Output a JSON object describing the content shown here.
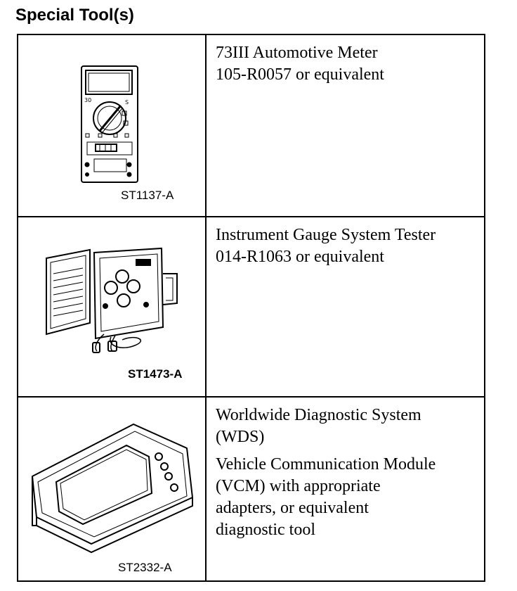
{
  "page": {
    "title": "Special Tool(s)"
  },
  "tools": [
    {
      "code": "ST1137-A",
      "lines": [
        "73III Automotive Meter",
        "105-R0057 or equivalent"
      ],
      "icon": "multimeter-icon"
    },
    {
      "code": "ST1473-A",
      "lines": [
        "Instrument Gauge System Tester",
        "014-R1063 or equivalent"
      ],
      "icon": "gauge-tester-icon"
    },
    {
      "code": "ST2332-A",
      "lines": [
        "Worldwide Diagnostic System",
        "(WDS)"
      ],
      "lines2": [
        "Vehicle Communication Module",
        "(VCM) with appropriate",
        "adapters, or equivalent",
        "diagnostic tool"
      ],
      "icon": "diagnostic-device-icon"
    }
  ]
}
